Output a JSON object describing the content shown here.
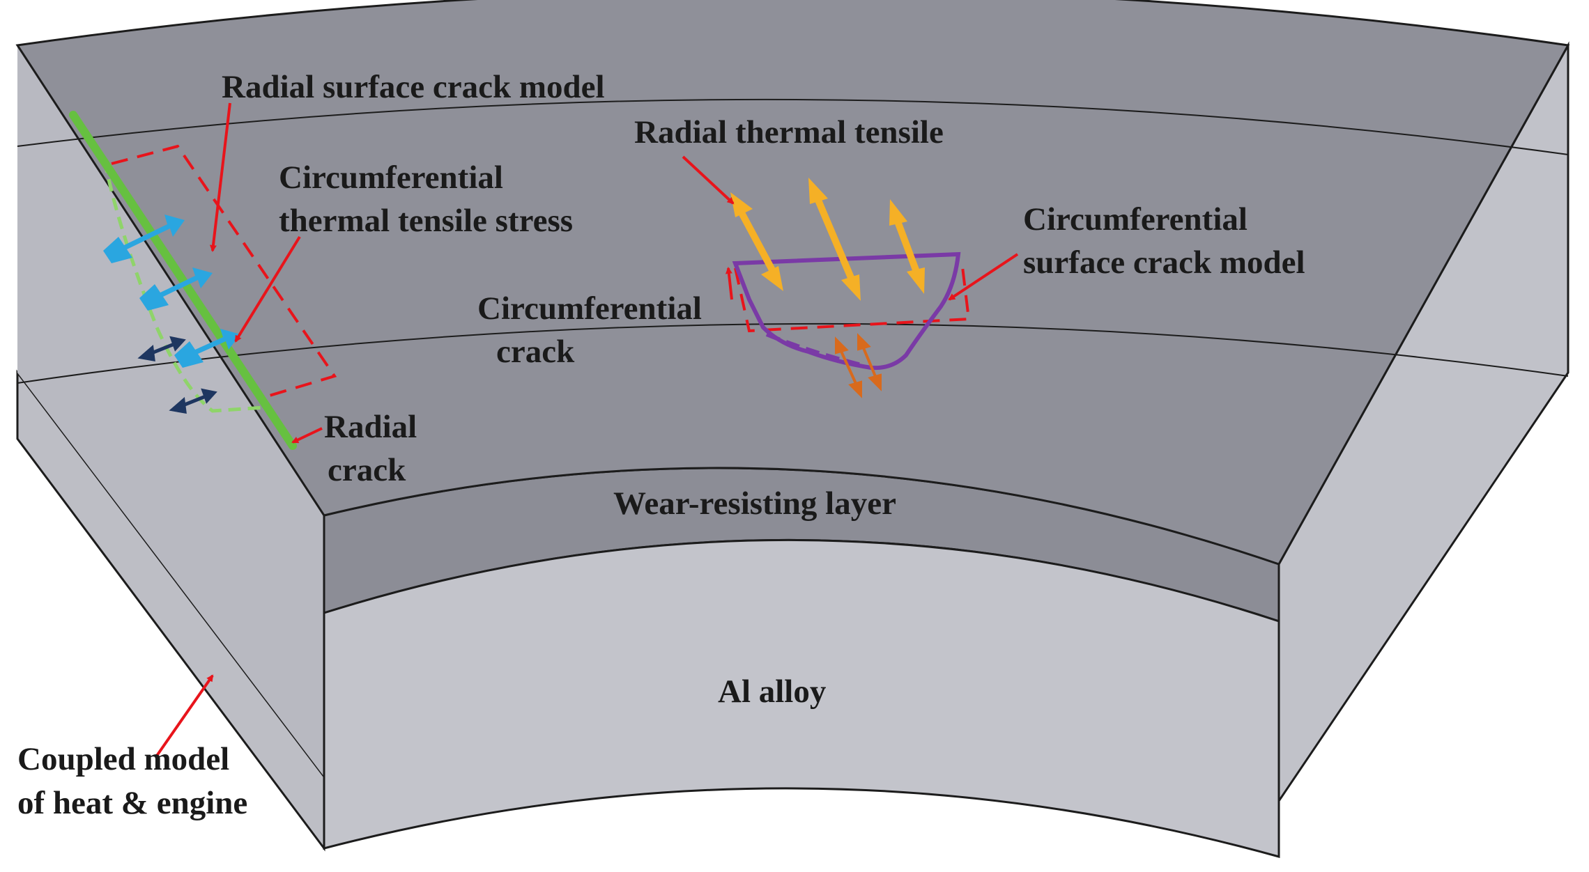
{
  "diagram": {
    "labels": {
      "radial_surface_crack_model": "Radial surface crack model",
      "circ_thermal_tensile_stress_1": "Circumferential",
      "circ_thermal_tensile_stress_2": "thermal tensile stress",
      "radial_thermal_tensile": "Radial thermal tensile",
      "circ_surface_crack_model_1": "Circumferential",
      "circ_surface_crack_model_2": "surface crack model",
      "circ_crack_1": "Circumferential",
      "circ_crack_2": "crack",
      "radial_crack_1": "Radial",
      "radial_crack_2": "crack",
      "wear_resisting_layer": "Wear-resisting layer",
      "al_alloy": "Al alloy",
      "coupled_model_1": "Coupled model",
      "coupled_model_2": "of heat & engine"
    },
    "colors": {
      "top_surface": "#8f9099",
      "wear_layer_front": "#8c8d96",
      "al_alloy_front": "#c3c4cb",
      "side_face_light": "#bdbec5",
      "edge_line": "#1c1c1c",
      "annotation_red": "#e8141b",
      "radial_crack_green": "#66c040",
      "circ_crack_purple": "#7a3aa6",
      "thermal_arrow_orange": "#f5b026",
      "small_arrow_orange": "#d86a1d",
      "stress_arrow_blue": "#2aa6e0",
      "stress_arrow_navy": "#1e3660"
    }
  }
}
